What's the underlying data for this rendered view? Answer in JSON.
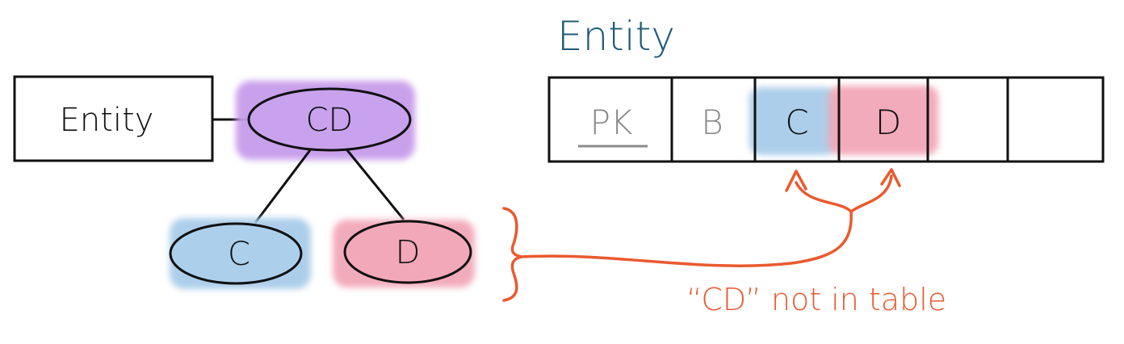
{
  "er_diagram": {
    "entity_label": "Entity",
    "composite_attribute": "CD",
    "sub_attributes": [
      "C",
      "D"
    ]
  },
  "table": {
    "title": "Entity",
    "columns": [
      "PK",
      "B",
      "C",
      "D",
      "",
      ""
    ]
  },
  "annotation": {
    "text": "“CD” not in table"
  },
  "colors": {
    "ink": "#111111",
    "title_blue": "#1f5a78",
    "purple_wash": "#c79bea",
    "blue_wash": "#a9cce9",
    "pink_wash": "#f2a7b8",
    "faded_text": "#8a8a8a",
    "annotation_orange": "#ea5a2f"
  }
}
